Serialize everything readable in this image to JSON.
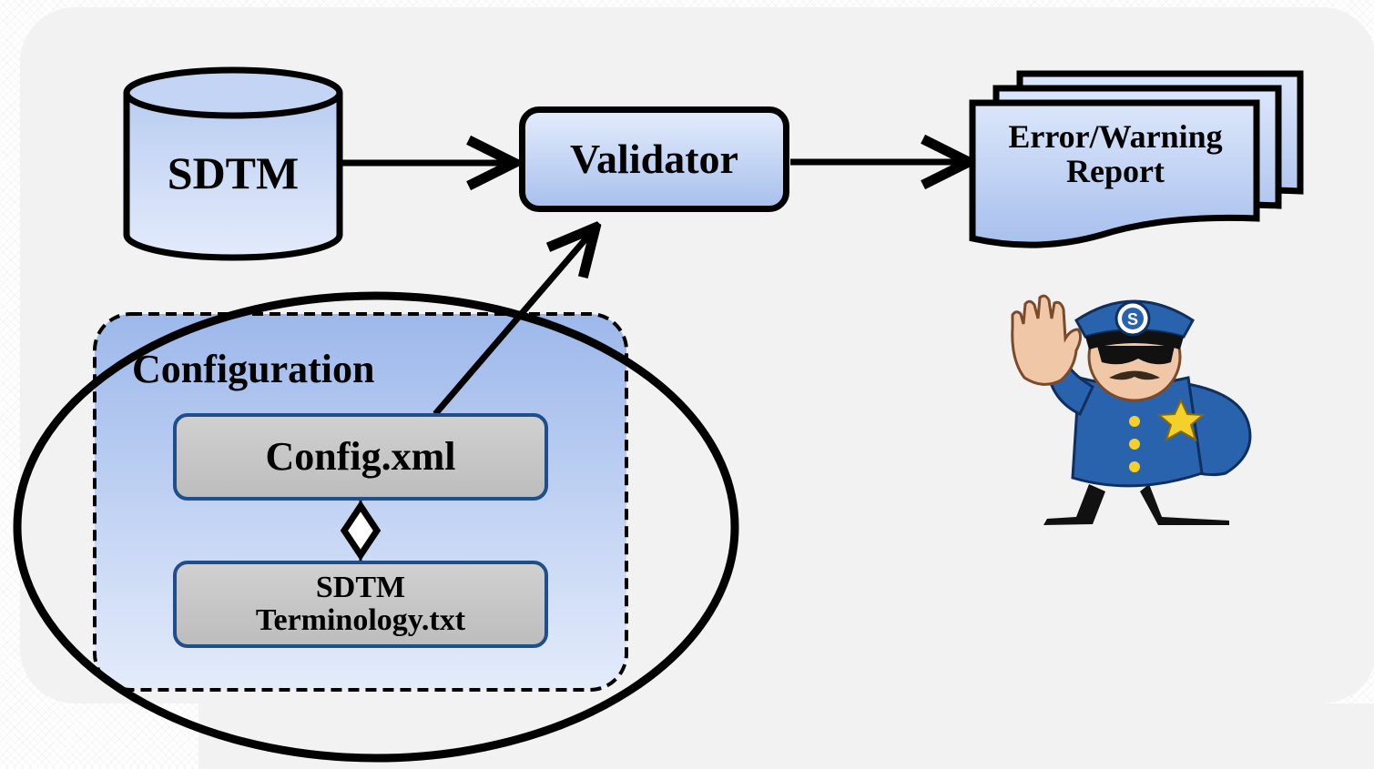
{
  "nodes": {
    "sdtm_label": "SDTM",
    "validator_label": "Validator",
    "report_label": "Error/Warning Report",
    "configuration_label": "Configuration",
    "config_xml_label": "Config.xml",
    "terminology_label": "SDTM Terminology.txt"
  },
  "icons": {
    "policeman": "policeman-stop-icon",
    "badge_letter": "S"
  },
  "colors": {
    "panel": "#f2f2f2",
    "node_fill_light": "#dfe8fa",
    "node_fill_dark": "#9db8eb",
    "config_border": "#1f4e8c",
    "config_fill": "#c6c6c6",
    "uniform": "#2a63ad"
  }
}
